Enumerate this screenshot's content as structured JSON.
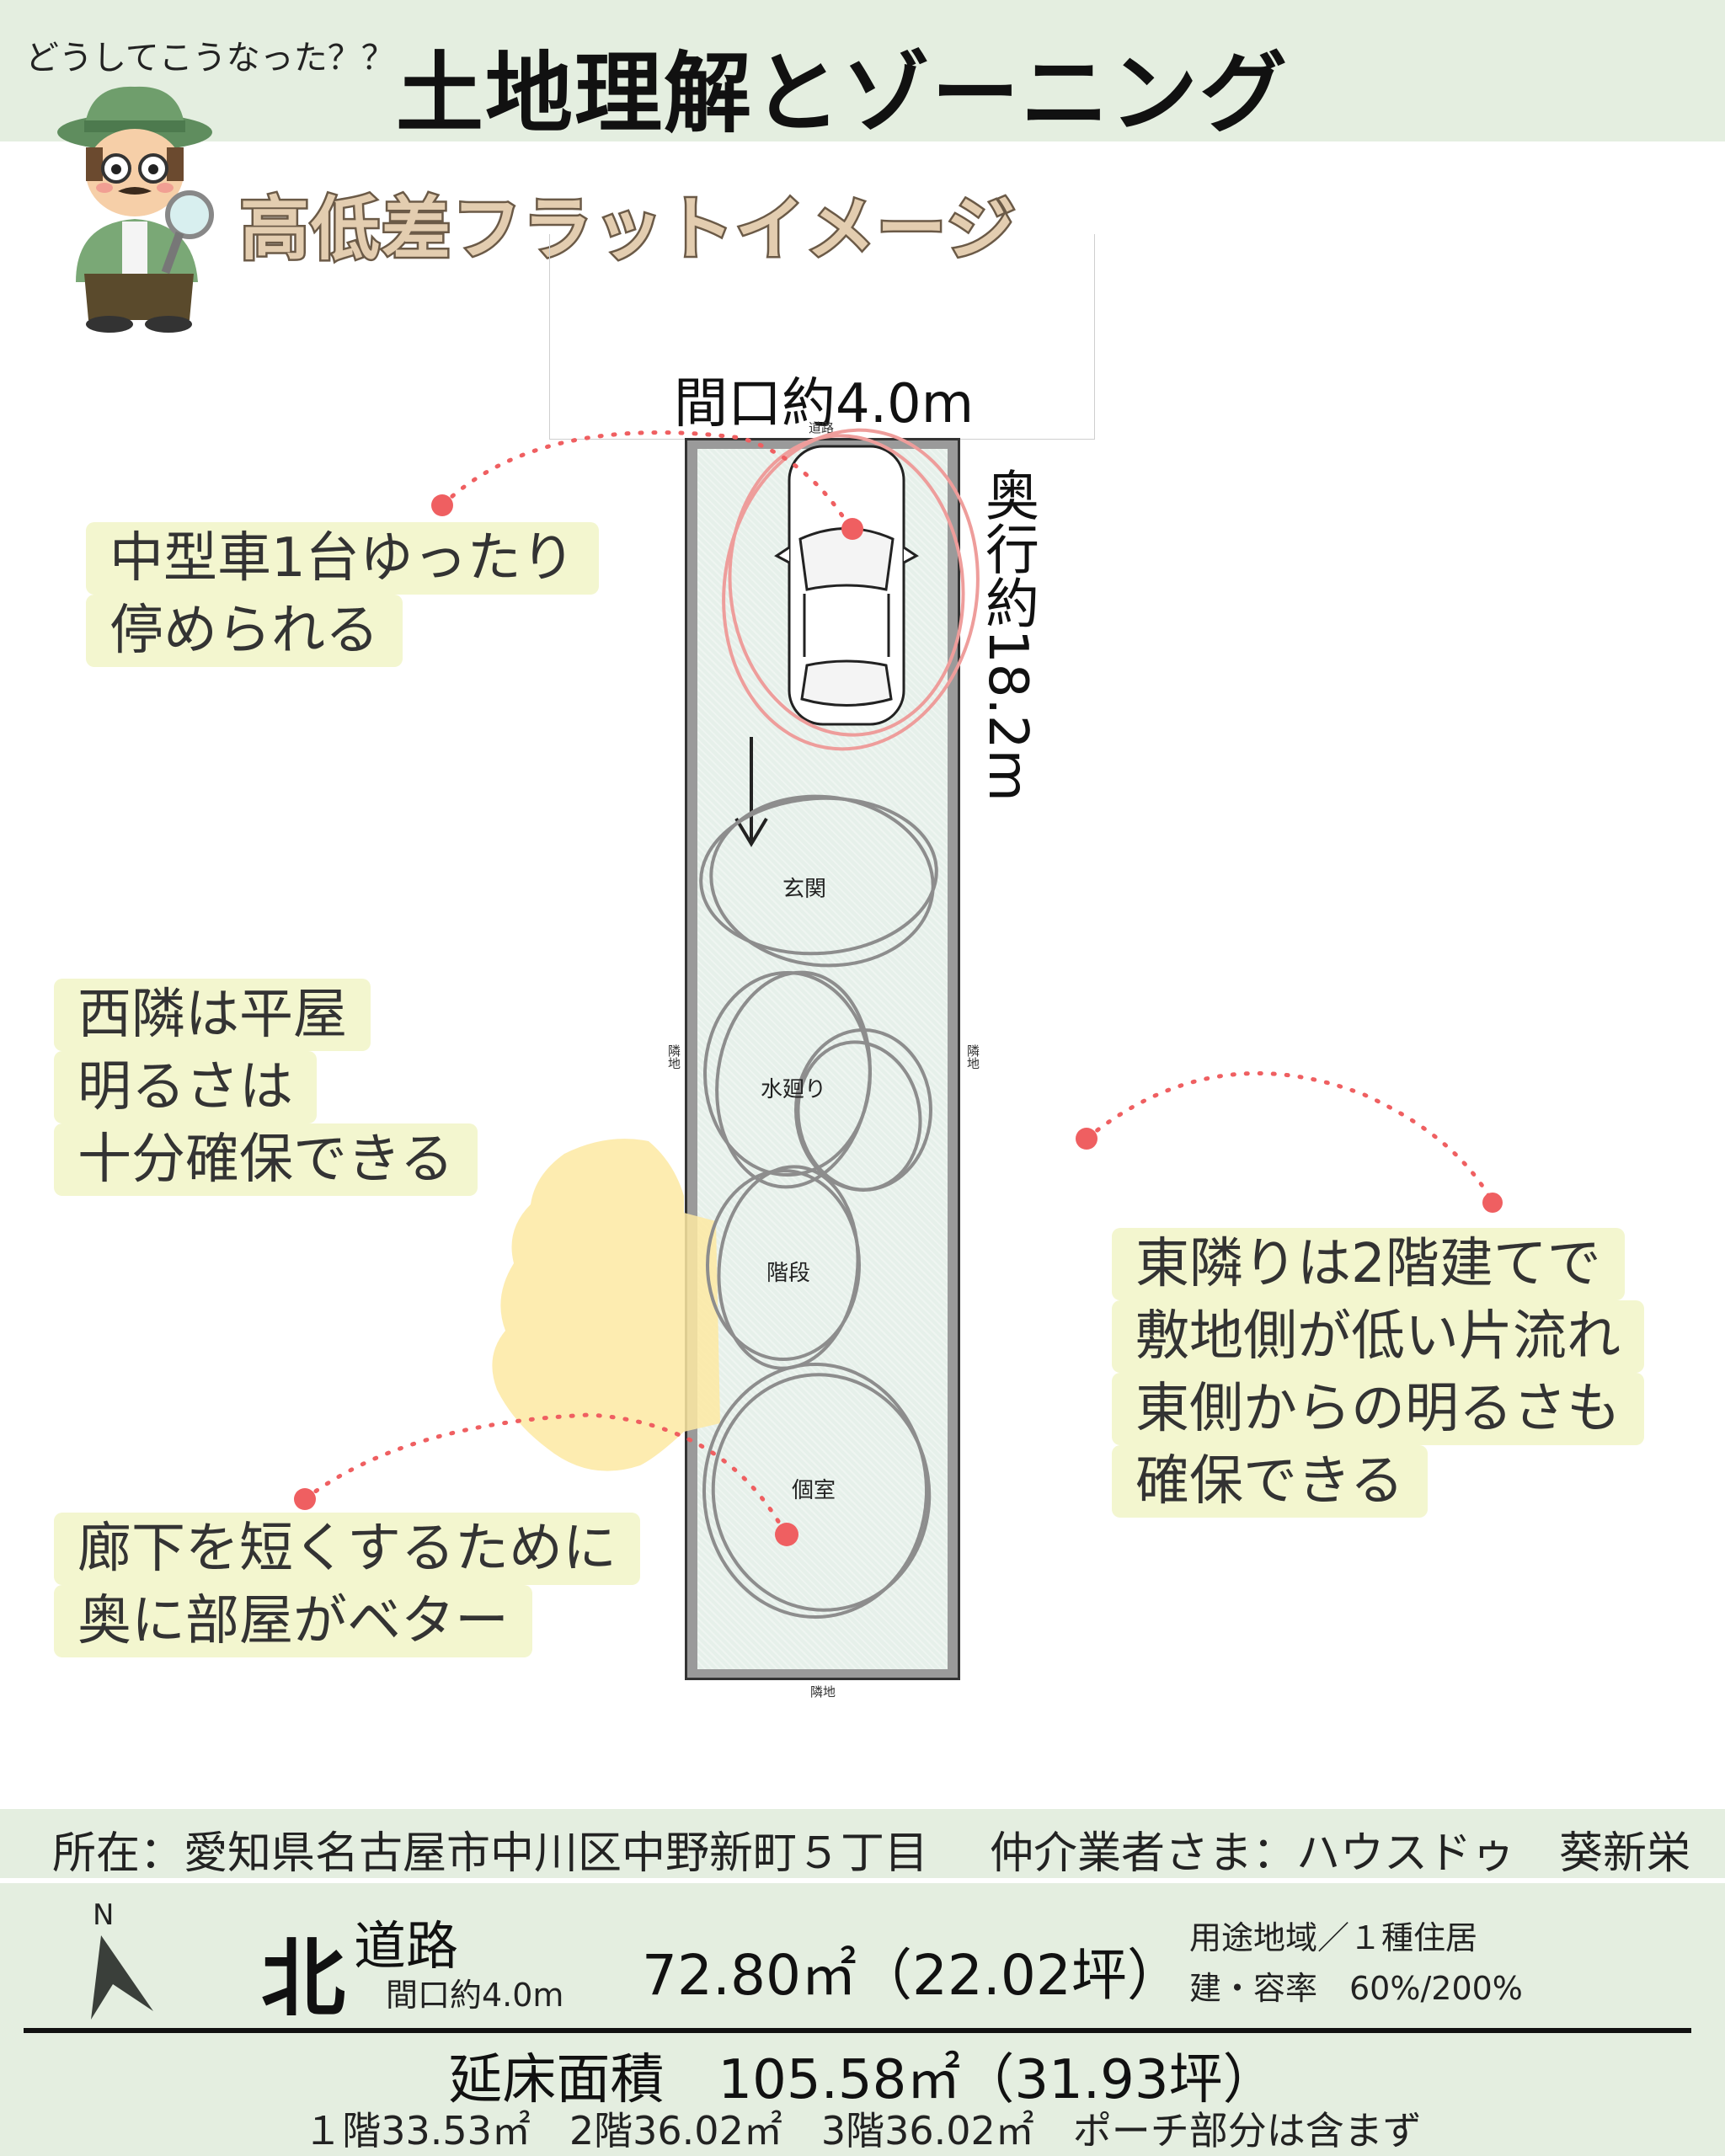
{
  "header": {
    "kicker": "どうしてこうなった？？",
    "title": "土地理解とゾーニング",
    "subtitle": "高低差フラットイメージ"
  },
  "plot": {
    "frontage_label": "間口約4.0m",
    "depth_label": "奥行約18.2m",
    "road_small": "道路",
    "neighbor_left": "隣地",
    "neighbor_right": "隣地",
    "neighbor_bottom": "隣地",
    "rooms": [
      "玄関",
      "水廻り",
      "階段",
      "個室"
    ]
  },
  "callouts": {
    "parking": [
      "中型車1台ゆったり",
      "停められる"
    ],
    "west": [
      "西隣は平屋",
      "明るさは",
      "十分確保できる"
    ],
    "east": [
      "東隣りは2階建てで",
      "敷地側が低い片流れ",
      "東側からの明るさも",
      "確保できる"
    ],
    "corridor": [
      "廊下を短くするために",
      "奥に部屋がベター"
    ]
  },
  "info": {
    "location": "所在：愛知県名古屋市中川区中野新町５丁目",
    "broker": "仲介業者さま：ハウスドゥ　葵新栄"
  },
  "summary": {
    "north_mark": "N",
    "road_direction": "北",
    "road_word": "道路",
    "road_frontage": "間口約4.0m",
    "land_area": "72.80㎡（22.02坪）",
    "zoning": "用途地域／１種住居",
    "coverage": "建・容率　60%/200%",
    "floor_total": "延床面積　105.58㎡（31.93坪）",
    "floor_detail": "１階33.53㎡　2階36.02㎡　3階36.02㎡　ポーチ部分は含まず"
  },
  "colors": {
    "header_band": "#e4eee0",
    "callout_bg": "#f3f6cf",
    "accent_dot": "#ef5f61",
    "sun_patch": "#fde9a2"
  }
}
